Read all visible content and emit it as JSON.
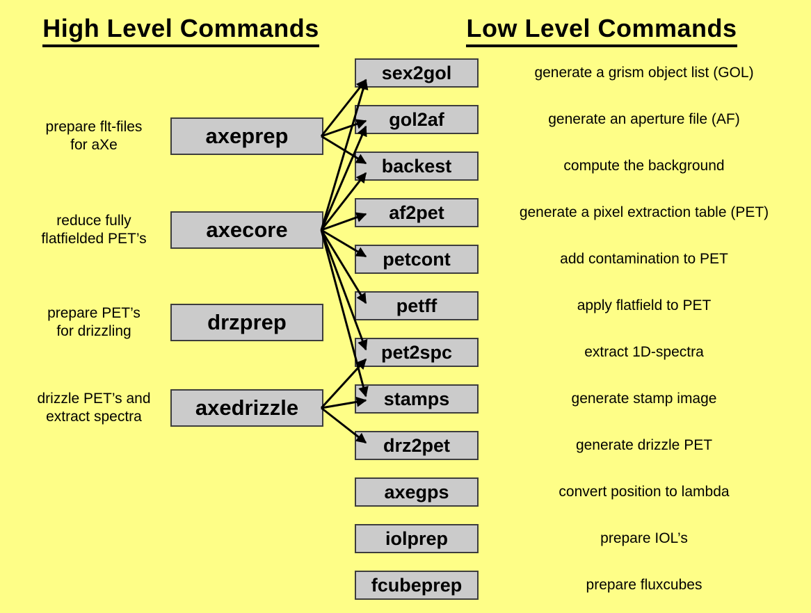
{
  "titles": {
    "high": "High Level Commands",
    "low": "Low Level Commands"
  },
  "high_level_commands": [
    {
      "id": "axeprep",
      "label": "axeprep",
      "description": "prepare flt-files\nfor aXe",
      "targets": [
        "sex2gol",
        "gol2af",
        "backest"
      ]
    },
    {
      "id": "axecore",
      "label": "axecore",
      "description": "reduce fully\nflatfielded PET’s",
      "targets": [
        "sex2gol",
        "gol2af",
        "backest",
        "af2pet",
        "petcont",
        "petff",
        "pet2spc",
        "stamps"
      ]
    },
    {
      "id": "drzprep",
      "label": "drzprep",
      "description": "prepare PET’s\nfor drizzling",
      "targets": []
    },
    {
      "id": "axedrizzle",
      "label": "axedrizzle",
      "description": "drizzle PET’s and\nextract spectra",
      "targets": [
        "pet2spc",
        "stamps",
        "drz2pet"
      ]
    }
  ],
  "low_level_commands": [
    {
      "id": "sex2gol",
      "label": "sex2gol",
      "description": "generate a grism object list (GOL)"
    },
    {
      "id": "gol2af",
      "label": "gol2af",
      "description": "generate an aperture file (AF)"
    },
    {
      "id": "backest",
      "label": "backest",
      "description": "compute the background"
    },
    {
      "id": "af2pet",
      "label": "af2pet",
      "description": "generate a pixel extraction table (PET)"
    },
    {
      "id": "petcont",
      "label": "petcont",
      "description": "add contamination to PET"
    },
    {
      "id": "petff",
      "label": "petff",
      "description": "apply flatfield to PET"
    },
    {
      "id": "pet2spc",
      "label": "pet2spc",
      "description": "extract 1D-spectra"
    },
    {
      "id": "stamps",
      "label": "stamps",
      "description": "generate stamp image"
    },
    {
      "id": "drz2pet",
      "label": "drz2pet",
      "description": "generate drizzle PET"
    },
    {
      "id": "axegps",
      "label": "axegps",
      "description": "convert position to lambda"
    },
    {
      "id": "iolprep",
      "label": "iolprep",
      "description": "prepare IOL’s"
    },
    {
      "id": "fcubeprep",
      "label": "fcubeprep",
      "description": "prepare fluxcubes"
    }
  ],
  "colors": {
    "background": "#FEFE87",
    "box_fill": "#CBCBCB",
    "box_border": "#3D3D3D",
    "text": "#000000",
    "arrow": "#000000"
  }
}
